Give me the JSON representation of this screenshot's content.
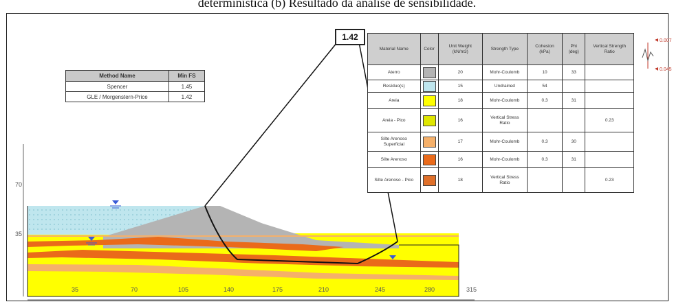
{
  "caption": "determinística (b) Resultado da análise de sensibilidade.",
  "fs_label": "1.42",
  "methods_table": {
    "headers": [
      "Method Name",
      "Min FS"
    ],
    "rows": [
      [
        "Spencer",
        "1.45"
      ],
      [
        "GLE / Morgenstern-Price",
        "1.42"
      ]
    ]
  },
  "materials_table": {
    "headers": [
      "Material Name",
      "Color",
      "Unit Weight (kN/m3)",
      "Strength Type",
      "Cohesion (kPa)",
      "Phi (deg)",
      "Vertical Strength Ratio"
    ],
    "rows": [
      {
        "name": "Aterro",
        "color": "#b4b4b4",
        "unit_weight": "20",
        "strength": "Mohr-Coulomb",
        "cohesion": "10",
        "phi": "33",
        "ratio": ""
      },
      {
        "name": "Resíduo(s)",
        "color": "#bfe6ee",
        "unit_weight": "15",
        "strength": "Undrained",
        "cohesion": "54",
        "phi": "",
        "ratio": ""
      },
      {
        "name": "Areia",
        "color": "#ffff00",
        "unit_weight": "18",
        "strength": "Mohr-Coulomb",
        "cohesion": "0.3",
        "phi": "31",
        "ratio": ""
      },
      {
        "name": "Areia - Pico",
        "color": "#dfe600",
        "unit_weight": "16",
        "strength": "Vertical Stress Ratio",
        "cohesion": "",
        "phi": "",
        "ratio": "0.23"
      },
      {
        "name": "Silte Arenoso Superficial",
        "color": "#f5b06a",
        "unit_weight": "17",
        "strength": "Mohr-Coulomb",
        "cohesion": "0.3",
        "phi": "30",
        "ratio": ""
      },
      {
        "name": "Silte Arenoso",
        "color": "#ea6a1a",
        "unit_weight": "16",
        "strength": "Mohr-Coulomb",
        "cohesion": "0.3",
        "phi": "31",
        "ratio": ""
      },
      {
        "name": "Silte Arenoso - Pico",
        "color": "#e0702a",
        "unit_weight": "18",
        "strength": "Vertical Stress Ratio",
        "cohesion": "",
        "phi": "",
        "ratio": "0.23"
      }
    ]
  },
  "legend_right": [
    "0.007",
    "0.045"
  ],
  "axis": {
    "x_ticks": [
      "35",
      "70",
      "105",
      "140",
      "175",
      "210",
      "245",
      "280",
      "315"
    ],
    "y_ticks": [
      "70",
      "35"
    ]
  },
  "colors": {
    "water": "#bfe6ee",
    "fill": "#b4b4b4",
    "sand": "#ffff00",
    "orange": "#ea6a1a",
    "light_orange": "#f5b06a"
  }
}
